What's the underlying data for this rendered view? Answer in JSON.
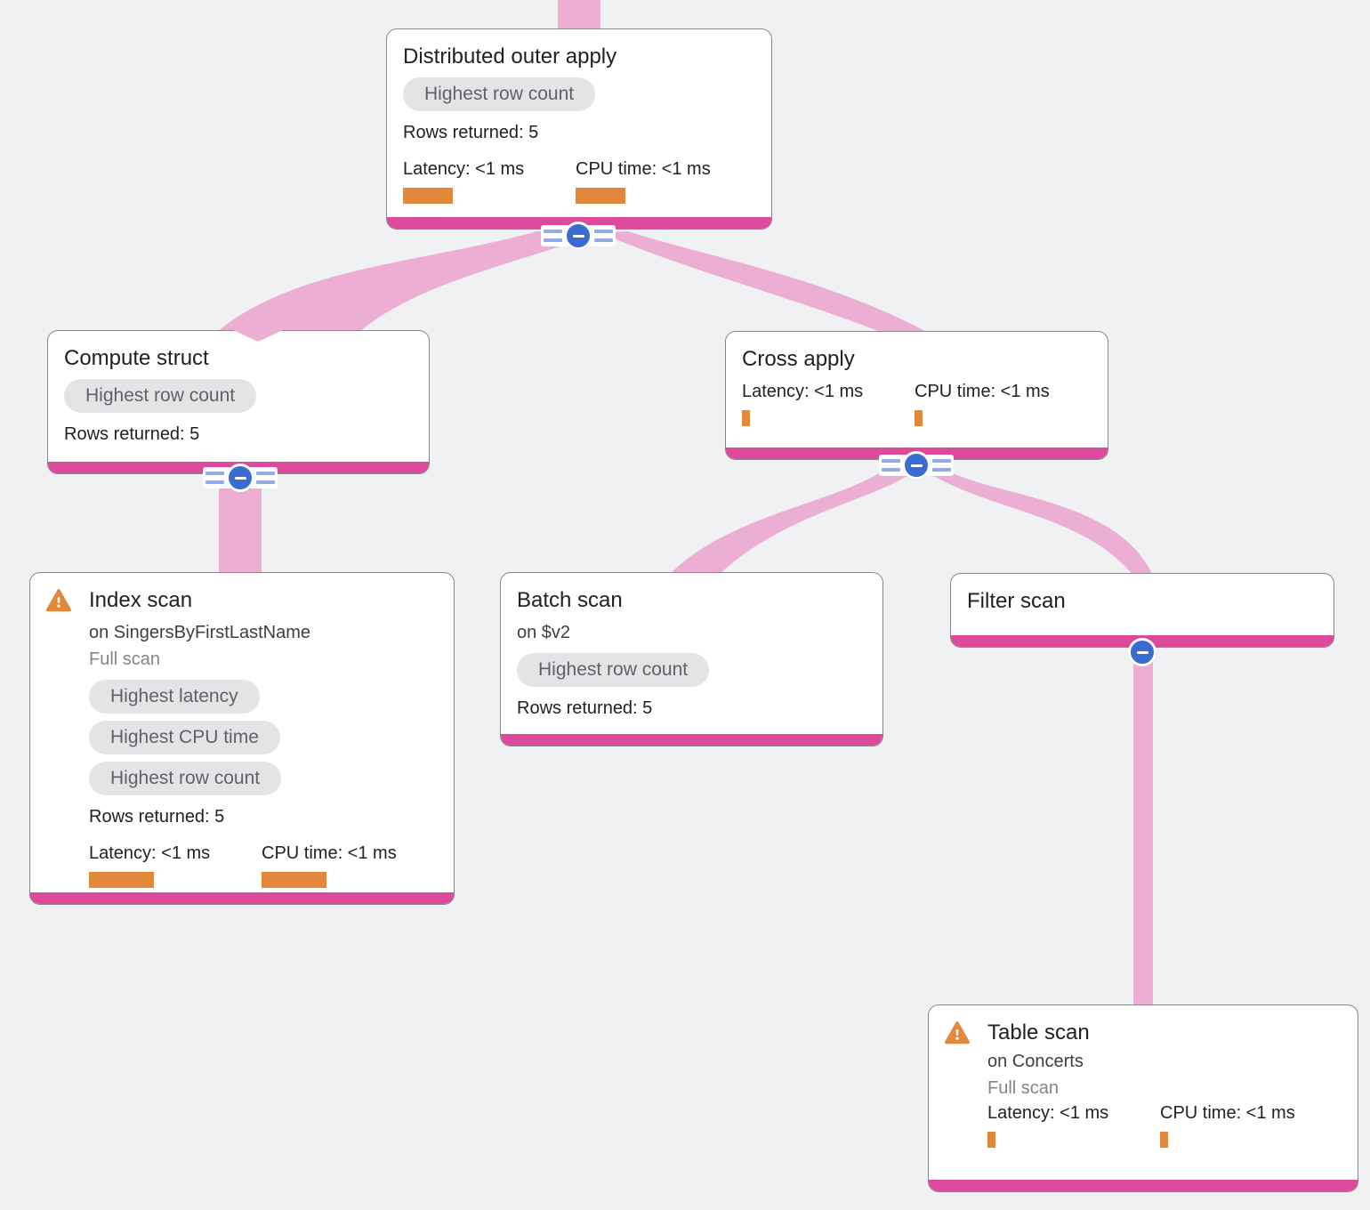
{
  "diagram": {
    "kind": "query-execution-plan-tree",
    "root_note": "parent link continues above top edge"
  },
  "colors": {
    "background": "#f0f1f3",
    "card_background": "#ffffff",
    "card_border": "#85878b",
    "node_bottom_bar": "#dd4a9b",
    "link_ribbon": "#edaed3",
    "collapse_button_blue": "#3a6bd0",
    "collapse_stripe": "#95a9e4",
    "metric_bar_orange": "#e2883b",
    "warning_orange": "#e2883b",
    "badge_background": "#e4e4e6",
    "badge_text": "#5f6368",
    "title_text": "#202124",
    "muted_text": "#80868b"
  },
  "nodes": [
    {
      "id": "distributed-outer-apply",
      "title": "Distributed outer apply",
      "badges": [
        "Highest row count"
      ],
      "rows_returned": "Rows returned: 5",
      "latency": "Latency: <1 ms",
      "cpu_time": "CPU time: <1 ms"
    },
    {
      "id": "compute-struct",
      "title": "Compute struct",
      "badges": [
        "Highest row count"
      ],
      "rows_returned": "Rows returned: 5"
    },
    {
      "id": "cross-apply",
      "title": "Cross apply",
      "latency": "Latency: <1 ms",
      "cpu_time": "CPU time: <1 ms"
    },
    {
      "id": "index-scan",
      "title": "Index scan",
      "has_warning": true,
      "subtitle": "on SingersByFirstLastName",
      "scan_type": "Full scan",
      "badges": [
        "Highest latency",
        "Highest CPU time",
        "Highest row count"
      ],
      "rows_returned": "Rows returned: 5",
      "latency": "Latency: <1 ms",
      "cpu_time": "CPU time: <1 ms"
    },
    {
      "id": "batch-scan",
      "title": "Batch scan",
      "subtitle": "on $v2",
      "badges": [
        "Highest row count"
      ],
      "rows_returned": "Rows returned: 5"
    },
    {
      "id": "filter-scan",
      "title": "Filter scan"
    },
    {
      "id": "table-scan",
      "title": "Table scan",
      "has_warning": true,
      "subtitle": "on Concerts",
      "scan_type": "Full scan",
      "latency": "Latency: <1 ms",
      "cpu_time": "CPU time: <1 ms"
    }
  ]
}
